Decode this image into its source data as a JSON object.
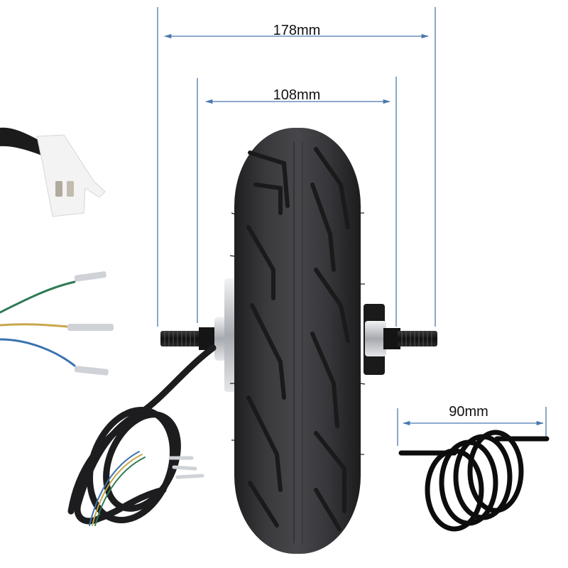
{
  "product": {
    "name": "Electric scooter hub motor wheel",
    "colors": {
      "dimension_line": "#4a78ad",
      "tire": "#2b2b2d",
      "tire_highlight": "#4a4a4e",
      "metal": "#c9cbd0",
      "cable": "#1d1d1f",
      "wire_green": "#2f7a55",
      "wire_yellow": "#c8a64a",
      "wire_blue": "#3a72b0",
      "connector": "#f1f1f1",
      "spring": "#0d0d0d"
    }
  },
  "dimensions": {
    "overall_width": {
      "label": "178mm",
      "value_mm": 178
    },
    "tire_width": {
      "label": "108mm",
      "value_mm": 108
    },
    "cable_length_indicator": {
      "label": "90mm",
      "value_mm": 90
    }
  },
  "parts": {
    "hall_connector": "hall-sensor-connector",
    "phase_wires": [
      "green",
      "yellow",
      "blue"
    ],
    "cable_bundle": "motor-cable-coil",
    "coil_icon": "cable-coil-icon"
  }
}
